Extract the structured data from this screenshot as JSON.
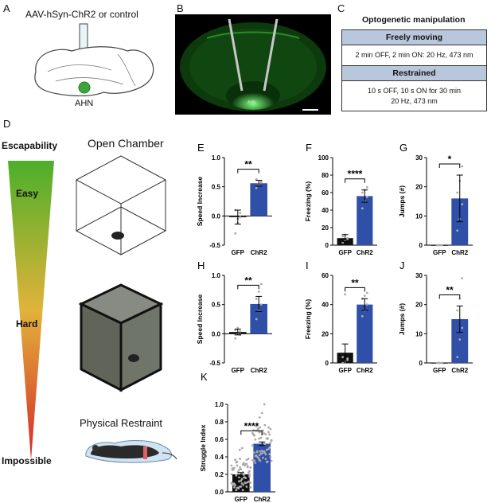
{
  "panels": {
    "A": {
      "letter": "A",
      "title": "AAV-hSyn-ChR2 or control",
      "region": "AHN"
    },
    "B": {
      "letter": "B",
      "region": "AHN"
    },
    "C": {
      "letter": "C",
      "title": "Optogenetic manipulation",
      "freely": {
        "heading": "Freely moving",
        "text": "2 min OFF, 2 min ON: 20 Hz, 473 nm"
      },
      "restrained": {
        "heading": "Restrained",
        "line1": "10 s OFF, 10 s ON for 30 min",
        "line2": "20 Hz, 473 nm"
      }
    },
    "D": {
      "letter": "D",
      "escapability": "Escapability",
      "easy": "Easy",
      "hard": "Hard",
      "impossible": "Impossible",
      "open_chamber": "Open Chamber",
      "physical_restraint": "Physical Restraint"
    }
  },
  "colors": {
    "gfp": "#111111",
    "chr2": "#2f4fa8",
    "grad_top": "#4caf2a",
    "grad_mid": "#e1b33a",
    "grad_bottom": "#d62828"
  },
  "chart_data": [
    {
      "id": "E",
      "letter": "E",
      "type": "bar",
      "categories": [
        "GFP",
        "ChR2"
      ],
      "values": [
        -0.02,
        0.56
      ],
      "err": [
        0.12,
        0.05
      ],
      "ylabel": "Speed Increase",
      "ylim": [
        -0.5,
        1.0
      ],
      "yticks": [
        "-0.5",
        "0.0",
        "0.5",
        "1.0"
      ],
      "tickvals": [
        -0.5,
        0,
        0.5,
        1.0
      ],
      "sig": "**",
      "points": [
        [
          -0.3,
          -0.12,
          0.05,
          0.1,
          -0.05,
          -0.02
        ],
        [
          0.48,
          0.55,
          0.6,
          0.63,
          0.52,
          0.58
        ]
      ]
    },
    {
      "id": "F",
      "letter": "F",
      "type": "bar",
      "categories": [
        "GFP",
        "ChR2"
      ],
      "values": [
        8,
        56
      ],
      "err": [
        4,
        7
      ],
      "ylabel": "Freezing (%)",
      "ylim": [
        0,
        100
      ],
      "yticks": [
        "0",
        "20",
        "40",
        "60",
        "80",
        "100"
      ],
      "tickvals": [
        0,
        20,
        40,
        60,
        80,
        100
      ],
      "sig": "****",
      "points": [
        [
          3,
          5,
          7,
          10,
          12,
          8
        ],
        [
          42,
          50,
          55,
          60,
          63,
          66
        ]
      ]
    },
    {
      "id": "G",
      "letter": "G",
      "type": "bar",
      "categories": [
        "GFP",
        "ChR2"
      ],
      "values": [
        0,
        16
      ],
      "err": [
        0,
        8
      ],
      "ylabel": "Jumps (#)",
      "ylim": [
        0,
        30
      ],
      "yticks": [
        "0",
        "10",
        "20",
        "30"
      ],
      "tickvals": [
        0,
        10,
        20,
        30
      ],
      "sig": "*",
      "points": [
        [
          0,
          0,
          0,
          0,
          0,
          0
        ],
        [
          5,
          9,
          14,
          18,
          22,
          27
        ]
      ]
    },
    {
      "id": "H",
      "letter": "H",
      "type": "bar",
      "categories": [
        "GFP",
        "ChR2"
      ],
      "values": [
        0.03,
        0.51
      ],
      "err": [
        0.05,
        0.13
      ],
      "ylabel": "Speed Increase",
      "ylim": [
        -0.5,
        1.0
      ],
      "yticks": [
        "-0.5",
        "0.0",
        "0.5",
        "1.0"
      ],
      "tickvals": [
        -0.5,
        0,
        0.5,
        1.0
      ],
      "sig": "**",
      "points": [
        [
          -0.08,
          0.0,
          0.04,
          0.06,
          0.1,
          -0.02
        ],
        [
          0.25,
          0.4,
          0.5,
          0.6,
          0.72,
          0.85
        ]
      ]
    },
    {
      "id": "I",
      "letter": "I",
      "type": "bar",
      "categories": [
        "GFP",
        "ChR2"
      ],
      "values": [
        7,
        40
      ],
      "err": [
        6,
        4
      ],
      "ylabel": "Freezing (%)",
      "ylim": [
        0,
        60
      ],
      "yticks": [
        "0",
        "20",
        "40",
        "60"
      ],
      "tickvals": [
        0,
        20,
        40,
        60
      ],
      "sig": "**",
      "points": [
        [
          0,
          1,
          2,
          4,
          47,
          3
        ],
        [
          32,
          36,
          40,
          44,
          46,
          48
        ]
      ]
    },
    {
      "id": "J",
      "letter": "J",
      "type": "bar",
      "categories": [
        "GFP",
        "ChR2"
      ],
      "values": [
        0,
        15
      ],
      "err": [
        0,
        4.5
      ],
      "ylabel": "Jumps (#)",
      "ylim": [
        0,
        30
      ],
      "yticks": [
        "0",
        "10",
        "20",
        "30"
      ],
      "tickvals": [
        0,
        10,
        20,
        30
      ],
      "sig": "**",
      "points": [
        [
          0,
          0,
          0,
          0,
          0,
          0
        ],
        [
          2,
          8,
          12,
          18,
          22,
          29
        ]
      ]
    },
    {
      "id": "K",
      "letter": "K",
      "type": "bar",
      "categories": [
        "GFP",
        "ChR2"
      ],
      "values": [
        0.2,
        0.55
      ],
      "err": [
        0.02,
        0.02
      ],
      "ylabel": "Struggle Index",
      "ylim": [
        0,
        1.0
      ],
      "yticks": [
        "0.0",
        "0.2",
        "0.4",
        "0.6",
        "0.8",
        "1.0"
      ],
      "tickvals": [
        0,
        0.2,
        0.4,
        0.6,
        0.8,
        1.0
      ],
      "sig": "****",
      "dense": true
    }
  ]
}
